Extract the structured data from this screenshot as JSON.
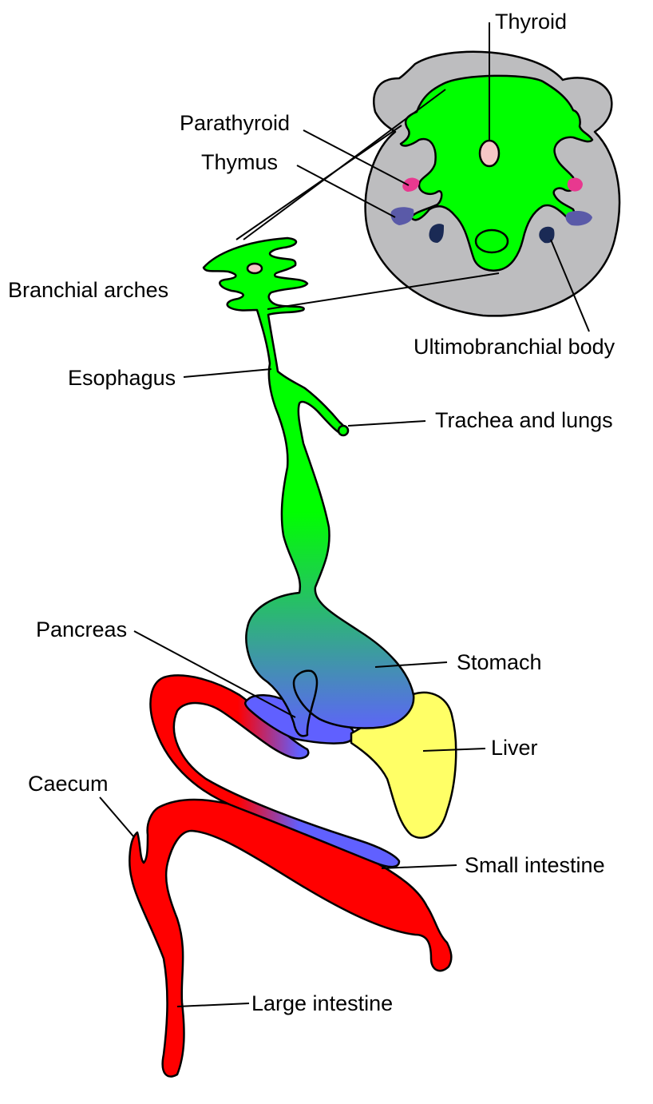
{
  "labels": {
    "thyroid": "Thyroid",
    "parathyroid": "Parathyroid",
    "thymus": "Thymus",
    "branchial_arches": "Branchial arches",
    "ultimobranchial_body": "Ultimobranchial body",
    "esophagus": "Esophagus",
    "trachea_lungs": "Trachea and lungs",
    "stomach": "Stomach",
    "pancreas": "Pancreas",
    "liver": "Liver",
    "caecum": "Caecum",
    "small_intestine": "Small intestine",
    "large_intestine": "Large intestine"
  },
  "colors": {
    "foregut": "#00ff00",
    "pharynx_section": "#bdbdbf",
    "thyroid": "#f5c6c6",
    "parathyroid": "#e8388f",
    "thymus": "#5a5aa8",
    "ultimobranchial": "#1a2a55",
    "pancreas": "#6060ff",
    "liver": "#ffff66",
    "intestine": "#ff0000"
  }
}
